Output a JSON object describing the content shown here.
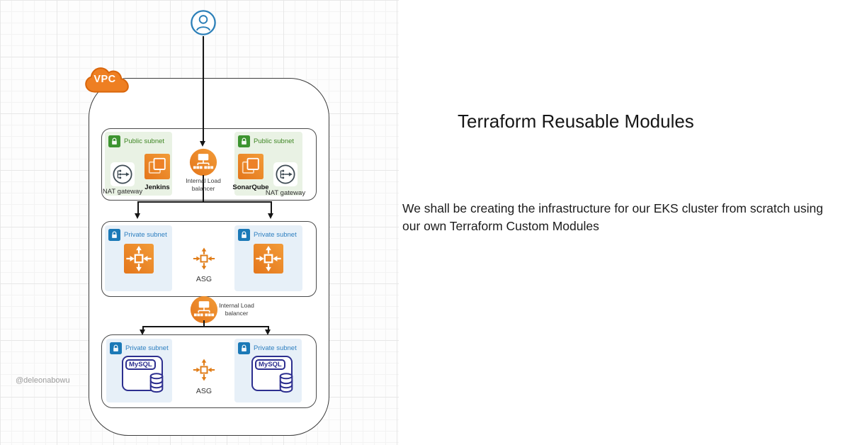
{
  "title": "Terraform Reusable Modules",
  "description": "We shall be creating the infrastructure for our EKS cluster from scratch using our own Terraform Custom Modules",
  "watermark": "@deleonabowu",
  "diagram": {
    "vpc_label": "VPC",
    "public_subnet_label": "Public subnet",
    "private_subnet_label": "Private subnet",
    "nat_gateway_label": "NAT gateway",
    "jenkins_label": "Jenkins",
    "sonarqube_label": "SonarQube",
    "load_balancer_label_line1": "Internal Load",
    "load_balancer_label_line2": "balancer",
    "asg_label": "ASG",
    "mysql_label": "MySQL"
  },
  "icons": {
    "user": "user-icon",
    "vpc_cloud": "vpc-cloud-icon",
    "public_lock": "green-lock-icon",
    "private_lock": "blue-lock-icon",
    "nat_gateway": "nat-gateway-icon",
    "ec2_instance": "ec2-instance-icon",
    "load_balancer": "load-balancer-icon",
    "auto_scaling": "auto-scaling-icon",
    "asg_outline": "asg-outline-icon",
    "mysql_db": "mysql-database-icon"
  },
  "colors": {
    "aws_orange": "#ec7d1e",
    "orange_dark": "#d9660c",
    "public_green_text": "#3f8624",
    "public_green_bg": "#e9f2e4",
    "public_lock_green": "#3d9430",
    "private_blue_text": "#2d7fc0",
    "private_blue_bg": "#e7f0f8",
    "private_lock_blue": "#1b79b7",
    "mysql_navy": "#2d2f8f",
    "user_blue": "#2b7fb8",
    "connector_black": "#151515"
  }
}
